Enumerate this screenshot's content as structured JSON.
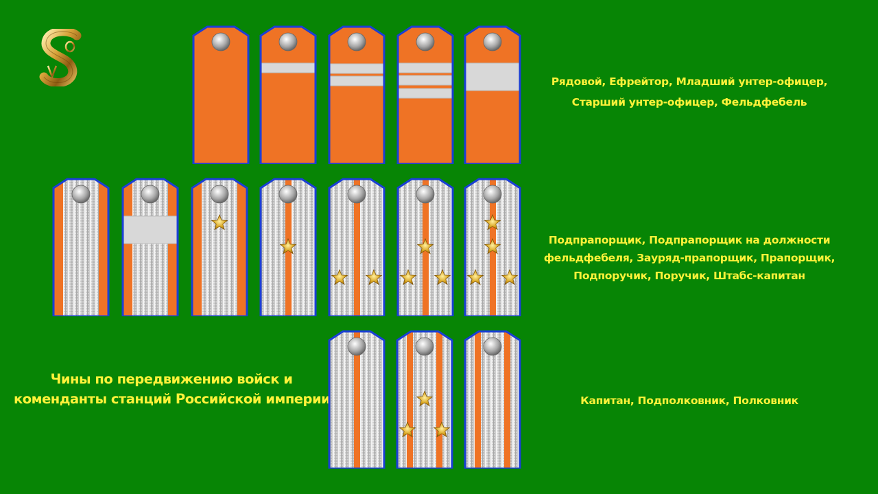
{
  "logo": {
    "text": "SOV",
    "letters": [
      "S",
      "O",
      "V"
    ]
  },
  "title": [
    "Чины по передвижению войск и",
    "коменданты станций Российской империи"
  ],
  "colors": {
    "background": "#078505",
    "text": "#fff23a",
    "piping": "#1a3fd6",
    "field": "#ef7325",
    "galloon": "#d4d4d4",
    "star": "#e0b030"
  },
  "rows": [
    {
      "caption": [
        "Рядовой, Ефрейтор, Младший унтер-офицер,",
        "Старший унтер-офицер, Фельдфебель"
      ],
      "boards": [
        {
          "rank": "Рядовой",
          "field": "orange",
          "bands": 0,
          "wide_band": false,
          "stars": 0
        },
        {
          "rank": "Ефрейтор",
          "field": "orange",
          "bands": 1,
          "wide_band": false,
          "stars": 0
        },
        {
          "rank": "Младший унтер-офицер",
          "field": "orange",
          "bands": 2,
          "wide_band": false,
          "stars": 0
        },
        {
          "rank": "Старший унтер-офицер",
          "field": "orange",
          "bands": 3,
          "wide_band": false,
          "stars": 0
        },
        {
          "rank": "Фельдфебель",
          "field": "orange",
          "bands": 0,
          "wide_band": true,
          "stars": 0
        }
      ]
    },
    {
      "caption": [
        "Подпрапорщик, Подпрапорщик на должности",
        "фельдфебеля, Зауряд-прапорщик, Прапорщик,",
        "Подпоручик, Поручик, Штабс-капитан"
      ],
      "boards": [
        {
          "rank": "Подпрапорщик",
          "field": "galloon",
          "edges": true,
          "lines": 0,
          "wide_band": false,
          "stars": 0
        },
        {
          "rank": "Подпрапорщик на должности фельдфебеля",
          "field": "galloon",
          "edges": true,
          "lines": 0,
          "wide_band": true,
          "stars": 0
        },
        {
          "rank": "Зауряд-прапорщик",
          "field": "galloon",
          "edges": true,
          "lines": 0,
          "wide_band": false,
          "stars": 1
        },
        {
          "rank": "Прапорщик",
          "field": "galloon",
          "edges": false,
          "lines": 1,
          "wide_band": false,
          "stars": 1
        },
        {
          "rank": "Подпоручик",
          "field": "galloon",
          "edges": false,
          "lines": 1,
          "wide_band": false,
          "stars": 2
        },
        {
          "rank": "Поручик",
          "field": "galloon",
          "edges": false,
          "lines": 1,
          "wide_band": false,
          "stars": 3
        },
        {
          "rank": "Штабс-капитан",
          "field": "galloon",
          "edges": false,
          "lines": 1,
          "wide_band": false,
          "stars": 4
        }
      ]
    },
    {
      "caption": [
        "Капитан, Подполковник, Полковник"
      ],
      "boards": [
        {
          "rank": "Капитан",
          "field": "galloon",
          "edges": false,
          "lines": 1,
          "wide_band": false,
          "stars": 0
        },
        {
          "rank": "Подполковник",
          "field": "galloon",
          "edges": false,
          "lines": 2,
          "wide_band": false,
          "stars": 3
        },
        {
          "rank": "Полковник",
          "field": "galloon",
          "edges": false,
          "lines": 2,
          "wide_band": false,
          "stars": 0
        }
      ]
    }
  ]
}
